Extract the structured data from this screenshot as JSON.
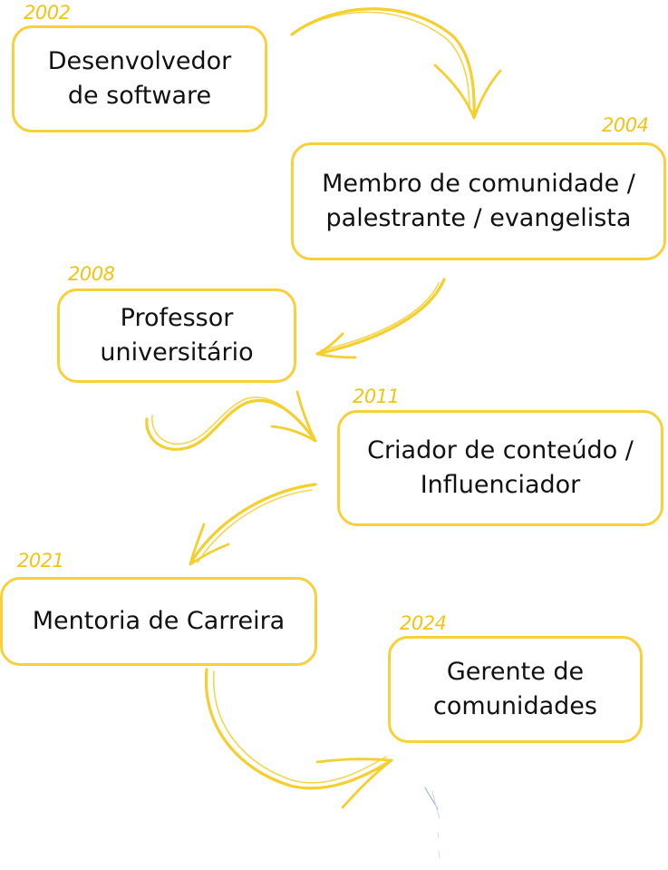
{
  "colors": {
    "accent": "#f7d03a",
    "year_text": "#f2c413",
    "text": "#111111"
  },
  "timeline": [
    {
      "year": "2002",
      "line1": "Desenvolvedor",
      "line2": "de software"
    },
    {
      "year": "2004",
      "line1": "Membro de comunidade /",
      "line2": "palestrante / evangelista"
    },
    {
      "year": "2008",
      "line1": "Professor",
      "line2": "universitário"
    },
    {
      "year": "2011",
      "line1": "Criador de conteúdo /",
      "line2": "Influenciador"
    },
    {
      "year": "2021",
      "line1": "Mentoria de Carreira",
      "line2": ""
    },
    {
      "year": "2024",
      "line1": "Gerente de",
      "line2": "comunidades"
    }
  ]
}
